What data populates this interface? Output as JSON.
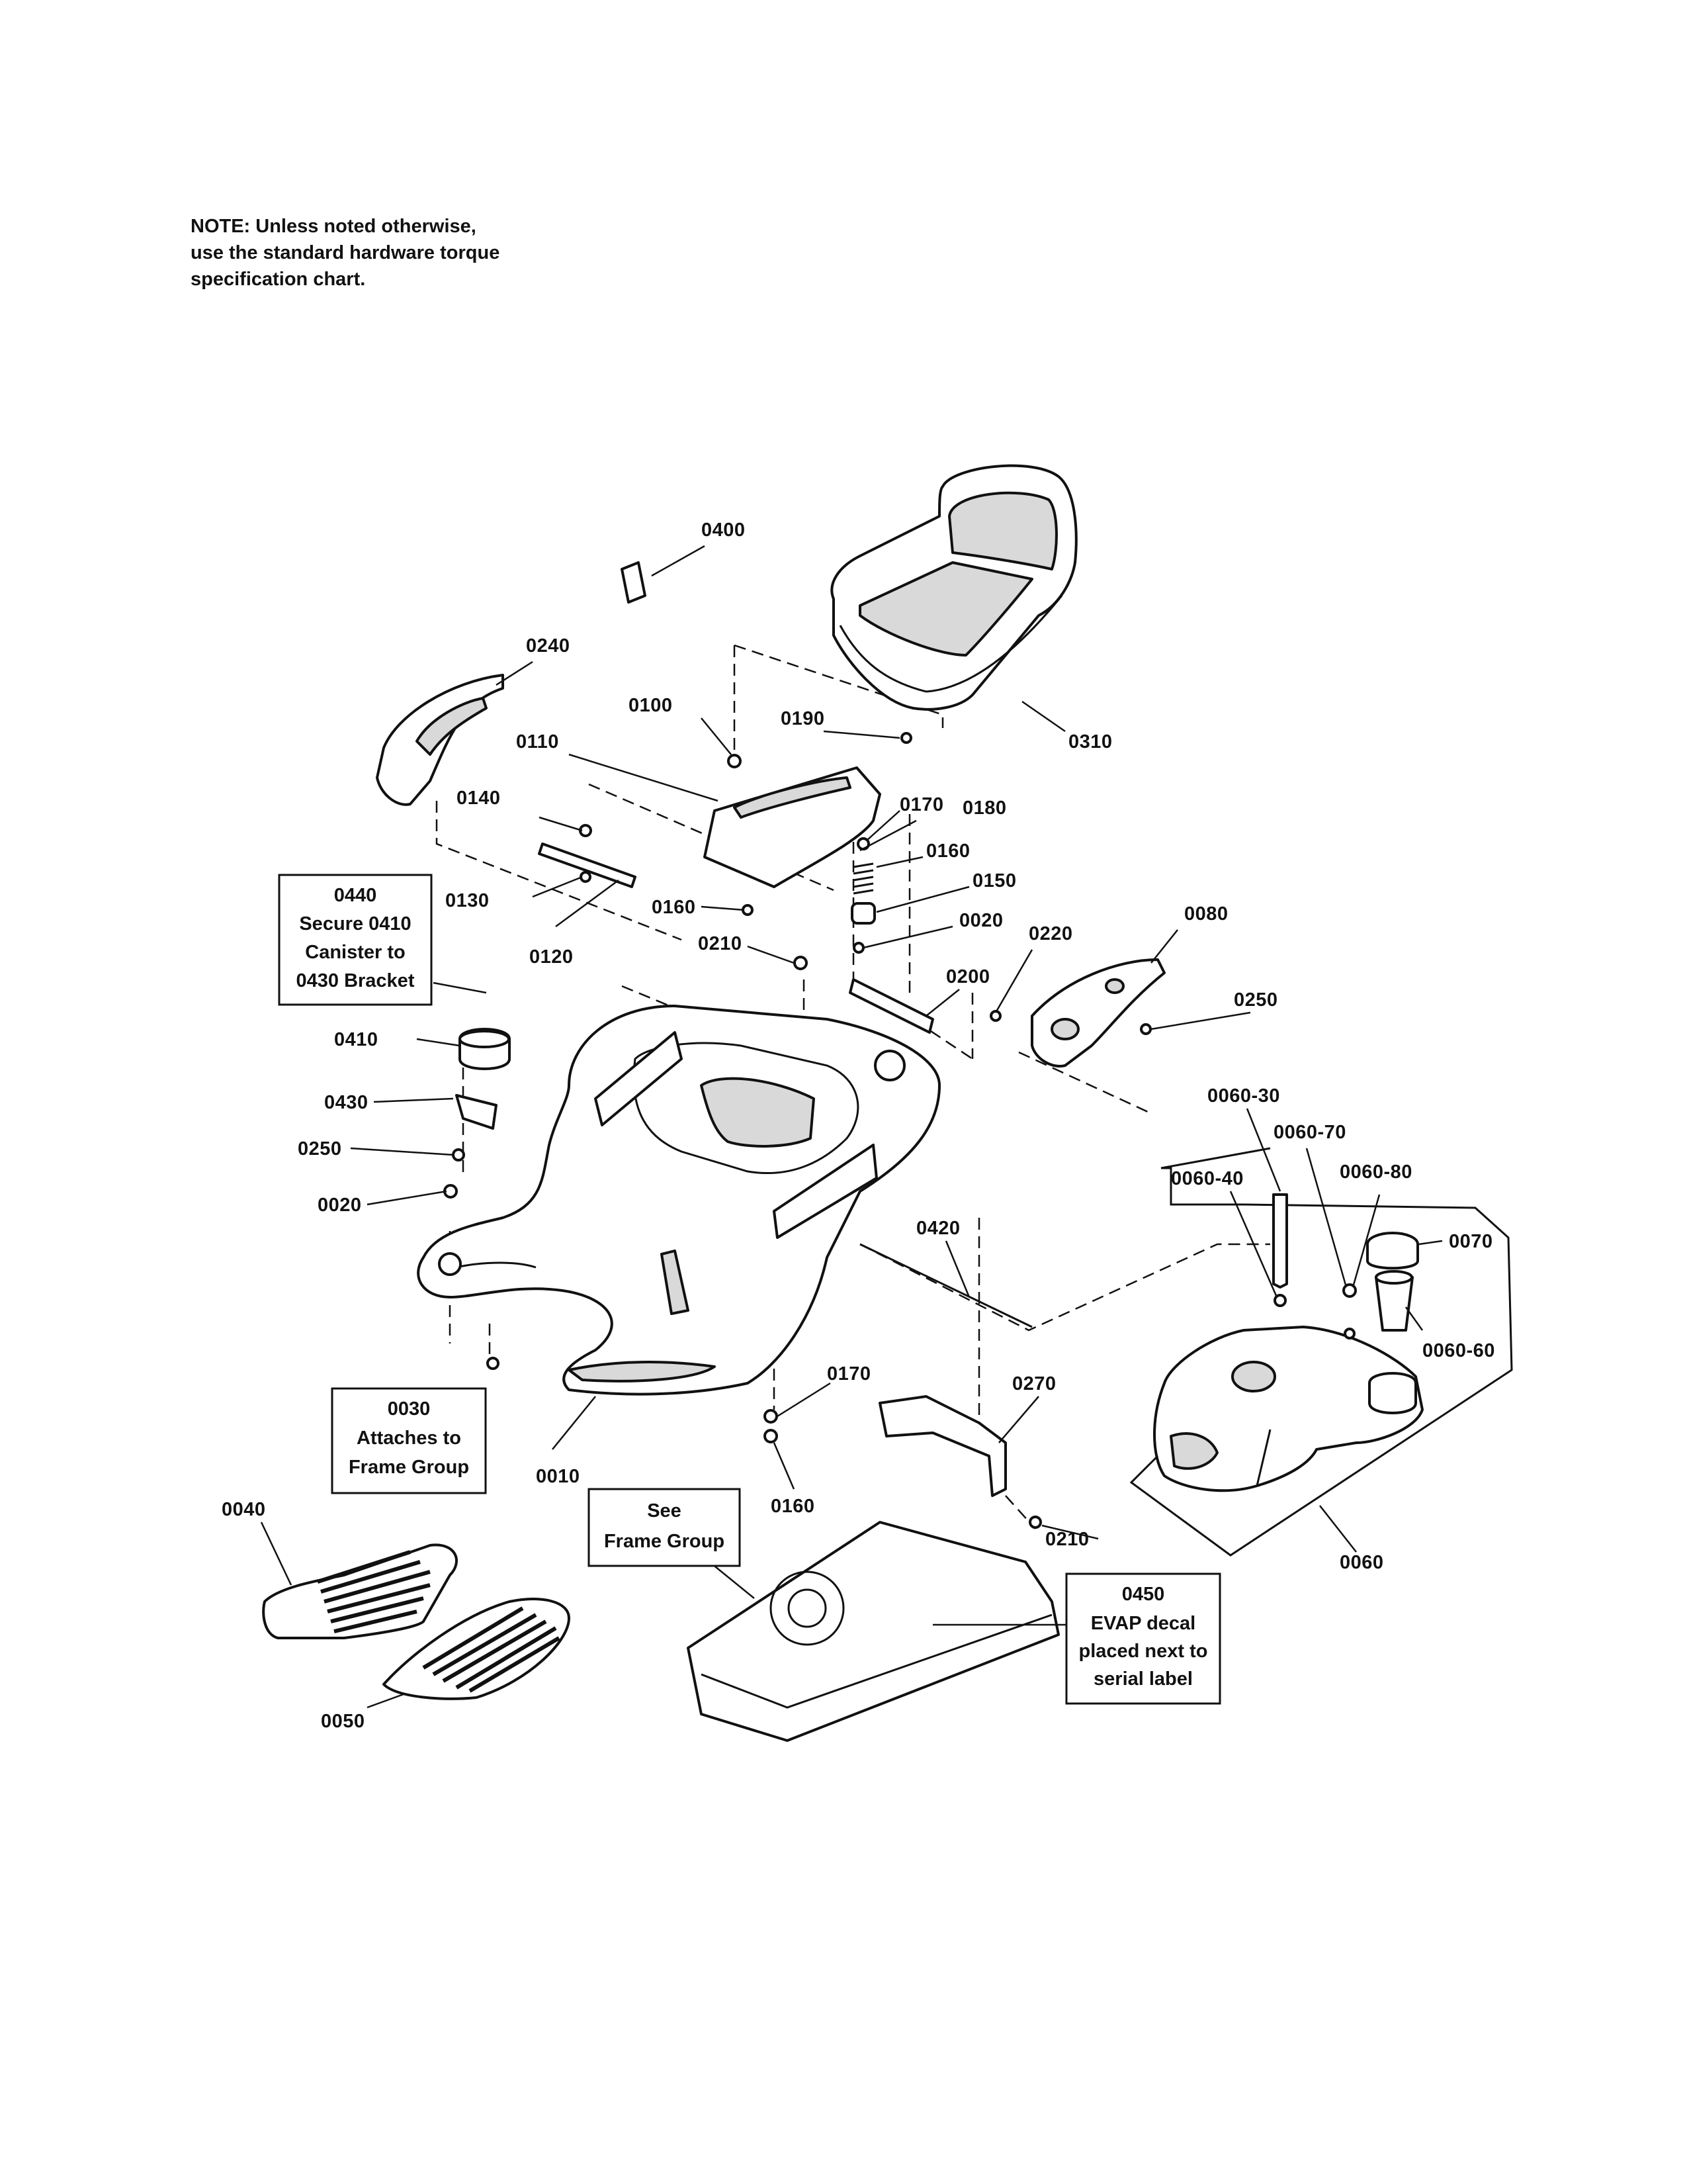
{
  "note": {
    "line1": "NOTE: Unless noted otherwise,",
    "line2": "use the standard hardware torque",
    "line3": "specification chart."
  },
  "labels": {
    "p0400": "0400",
    "p0240": "0240",
    "p0100": "0100",
    "p0190": "0190",
    "p0310": "0310",
    "p0110": "0110",
    "p0140": "0140",
    "p0170_top": "0170",
    "p0180": "0180",
    "p0160_spring": "0160",
    "p0150": "0150",
    "p0130": "0130",
    "p0160_left": "0160",
    "p0020_top": "0020",
    "p0120": "0120",
    "p0210_top": "0210",
    "p0220": "0220",
    "p0080": "0080",
    "p0200": "0200",
    "p0410": "0410",
    "p0250_right": "0250",
    "p0430": "0430",
    "p0250_left": "0250",
    "p0020_left": "0020",
    "p0060_30": "0060-30",
    "p0060_70": "0060-70",
    "p0060_40": "0060-40",
    "p0060_80": "0060-80",
    "p0070": "0070",
    "p0420": "0420",
    "p0060_60": "0060-60",
    "p0170_bottom": "0170",
    "p0270": "0270",
    "p0010": "0010",
    "p0040": "0040",
    "p0160_bottom": "0160",
    "p0210_bottom": "0210",
    "p0060": "0060",
    "p0050": "0050"
  },
  "callouts": {
    "c0440": {
      "line1": "0440",
      "line2": "Secure 0410",
      "line3": "Canister to",
      "line4": "0430 Bracket"
    },
    "c0030": {
      "line1": "0030",
      "line2": "Attaches to",
      "line3": "Frame Group"
    },
    "see_frame": {
      "line1": "See",
      "line2": "Frame Group"
    },
    "c0450": {
      "line1": "0450",
      "line2": "EVAP decal",
      "line3": "placed next to",
      "line4": "serial label"
    }
  }
}
